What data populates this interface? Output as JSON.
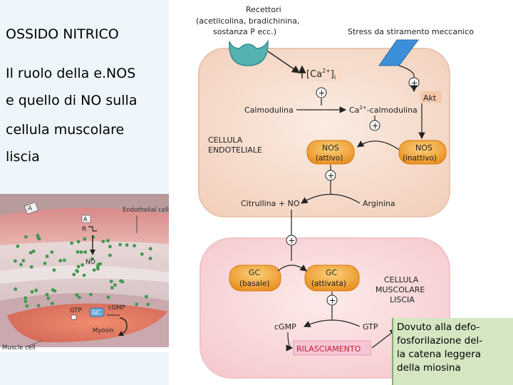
{
  "title_lines": [
    "OSSIDO NITRICO",
    "Il ruolo della e.NOS",
    "e quello di NO sulla",
    "cellula muscolare",
    "liscia"
  ],
  "photo": {
    "label_endothelial": "Endothelial cell",
    "label_A": "A",
    "label_R": "R",
    "label_NO": "NO",
    "label_GTP": "GTP",
    "label_GC": "GC",
    "label_cGMP": "cGMP",
    "label_myosin": "Myosin",
    "label_muscle": "Muscle cell"
  },
  "diagram": {
    "receptors_title": "Recettori",
    "receptors_line2": "(acetilcolina, bradichinina,",
    "receptors_line3": "sostanza P ecc.)",
    "stretch": "Stress da stiramento meccanico",
    "ca_open": "[Ca",
    "ca_sup": "2+",
    "ca_close": "]",
    "ca_sub": "i",
    "calmodulin": "Calmodulina",
    "ca_calmodulin_prefix": "Ca",
    "ca_calmodulin_sup": "2+",
    "ca_calmodulin_suffix": "-calmodulina",
    "akt": "Akt",
    "endothelial_cell_line1": "CELLULA",
    "endothelial_cell_line2": "ENDOTELIALE",
    "nos_active_line1": "NOS",
    "nos_active_line2": "(attivo)",
    "nos_inactive_line1": "NOS",
    "nos_inactive_line2": "(inattivo)",
    "citrulline_no": "Citrullina + NO",
    "arginine": "Arginina",
    "gc_basal_line1": "GC",
    "gc_basal_line2": "(basale)",
    "gc_active_line1": "GC",
    "gc_active_line2": "(attivata)",
    "smooth_cell_line1": "CELLULA",
    "smooth_cell_line2": "MUSCOLARE",
    "smooth_cell_line3": "LISCIA",
    "cgmp": "cGMP",
    "gtp": "GTP",
    "relaxation": "RILASCIAMENTO",
    "plus": "+"
  },
  "note_lines": [
    "Dovuto alla defo-",
    "fosforilazione del-",
    "la catena leggera",
    "della miosina"
  ],
  "colors": {
    "endothelial_fill": "#f5dccd",
    "smooth_fill": "#fbe0e0",
    "enzyme_orange": "#f0a033",
    "receptor_teal": "#4fb0b0",
    "stretch_blue": "#3b8fd8",
    "relax_fill": "#f7c6d4",
    "note_fill": "#d4e6c2",
    "left_panel": "#eef6fb"
  }
}
